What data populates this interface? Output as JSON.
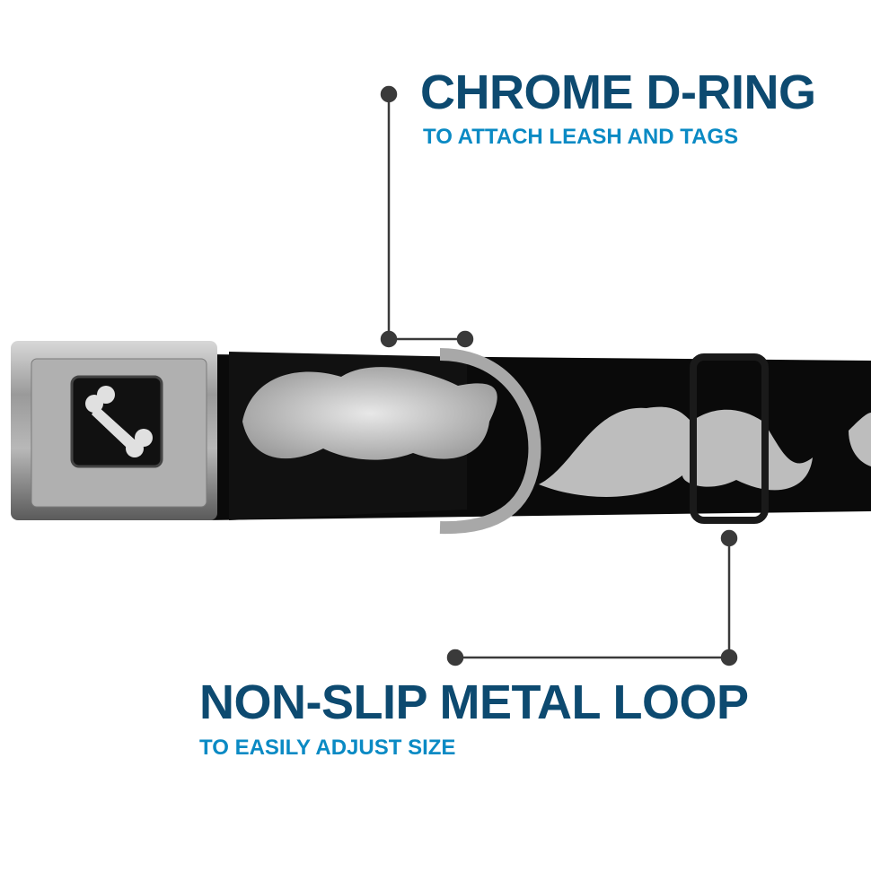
{
  "callouts": [
    {
      "title": "CHROME D-RING",
      "subtitle": "TO ATTACH LEASH AND TAGS"
    },
    {
      "title": "NON-SLIP METAL LOOP",
      "subtitle": "TO EASILY ADJUST SIZE"
    }
  ],
  "colors": {
    "title": "#0d4a70",
    "subtitle": "#0a8ac4",
    "leader": "#3a3a3a"
  }
}
